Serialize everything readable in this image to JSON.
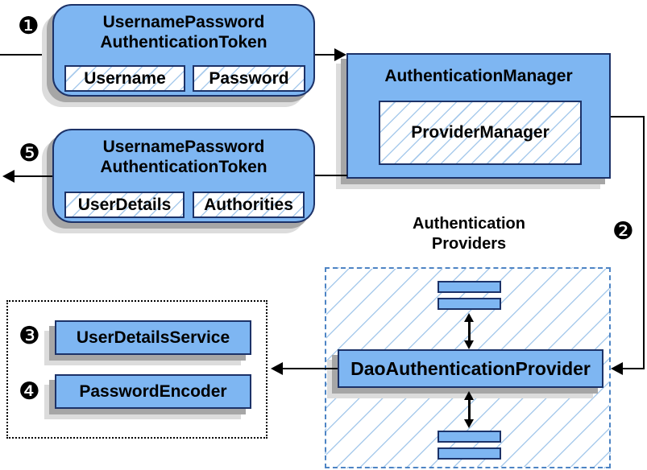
{
  "colors": {
    "node_fill": "#7eb6f2",
    "node_border": "#1c3268",
    "hatch_line": "#a9cbec",
    "dashed_border": "#4d84c4",
    "shadow_near": "#a6a6a6",
    "shadow_far": "#dcdcdc",
    "line_color": "#000000"
  },
  "step_badges": {
    "step1": "❶",
    "step2": "❷",
    "step3": "❸",
    "step4": "❹",
    "step5": "❺"
  },
  "request_token": {
    "title_line1": "UsernamePassword",
    "title_line2": "AuthenticationToken",
    "field_left": "Username",
    "field_right": "Password"
  },
  "authentication_manager": {
    "title": "AuthenticationManager",
    "provider": "ProviderManager"
  },
  "response_token": {
    "title_line1": "UsernamePassword",
    "title_line2": "AuthenticationToken",
    "field_left": "UserDetails",
    "field_right": "Authorities"
  },
  "authentication_providers": {
    "title_line1": "Authentication",
    "title_line2": "Providers",
    "dao_provider": "DaoAuthenticationProvider"
  },
  "user_details_group": {
    "user_details_service": "UserDetailsService",
    "password_encoder": "PasswordEncoder"
  }
}
